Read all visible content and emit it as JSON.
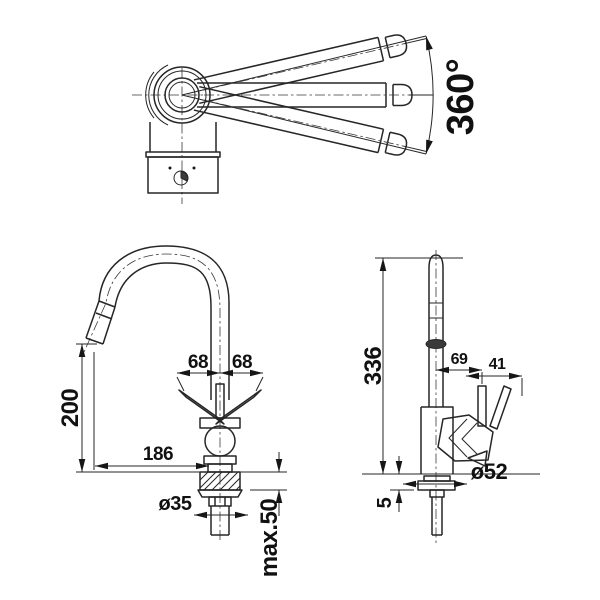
{
  "top_view": {
    "swivel_angle": "360°"
  },
  "front_view": {
    "handle_span_left": "68",
    "handle_span_right": "68",
    "spout_outlet_height": "200",
    "spout_reach": "186",
    "mounting_hole_diameter": "ø35",
    "max_counter_thickness": "max.50"
  },
  "side_view": {
    "total_height": "336",
    "spout_to_lever_offset": "69",
    "lever_offset": "41",
    "base_diameter": "ø52",
    "base_plate_height": "5"
  },
  "style": {
    "line_color": "#262626",
    "text_color": "#111111",
    "background": "#ffffff"
  }
}
